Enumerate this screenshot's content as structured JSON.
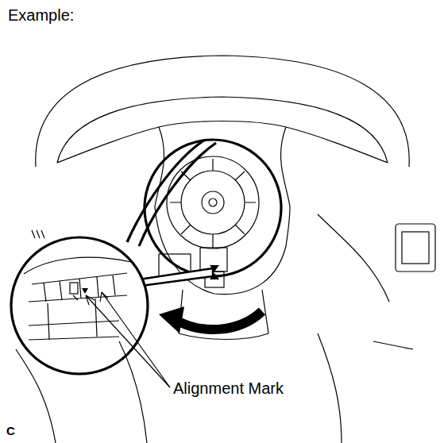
{
  "diagram": {
    "title": "Example:",
    "labels": [
      "Alignment Mark",
      "C"
    ]
  }
}
